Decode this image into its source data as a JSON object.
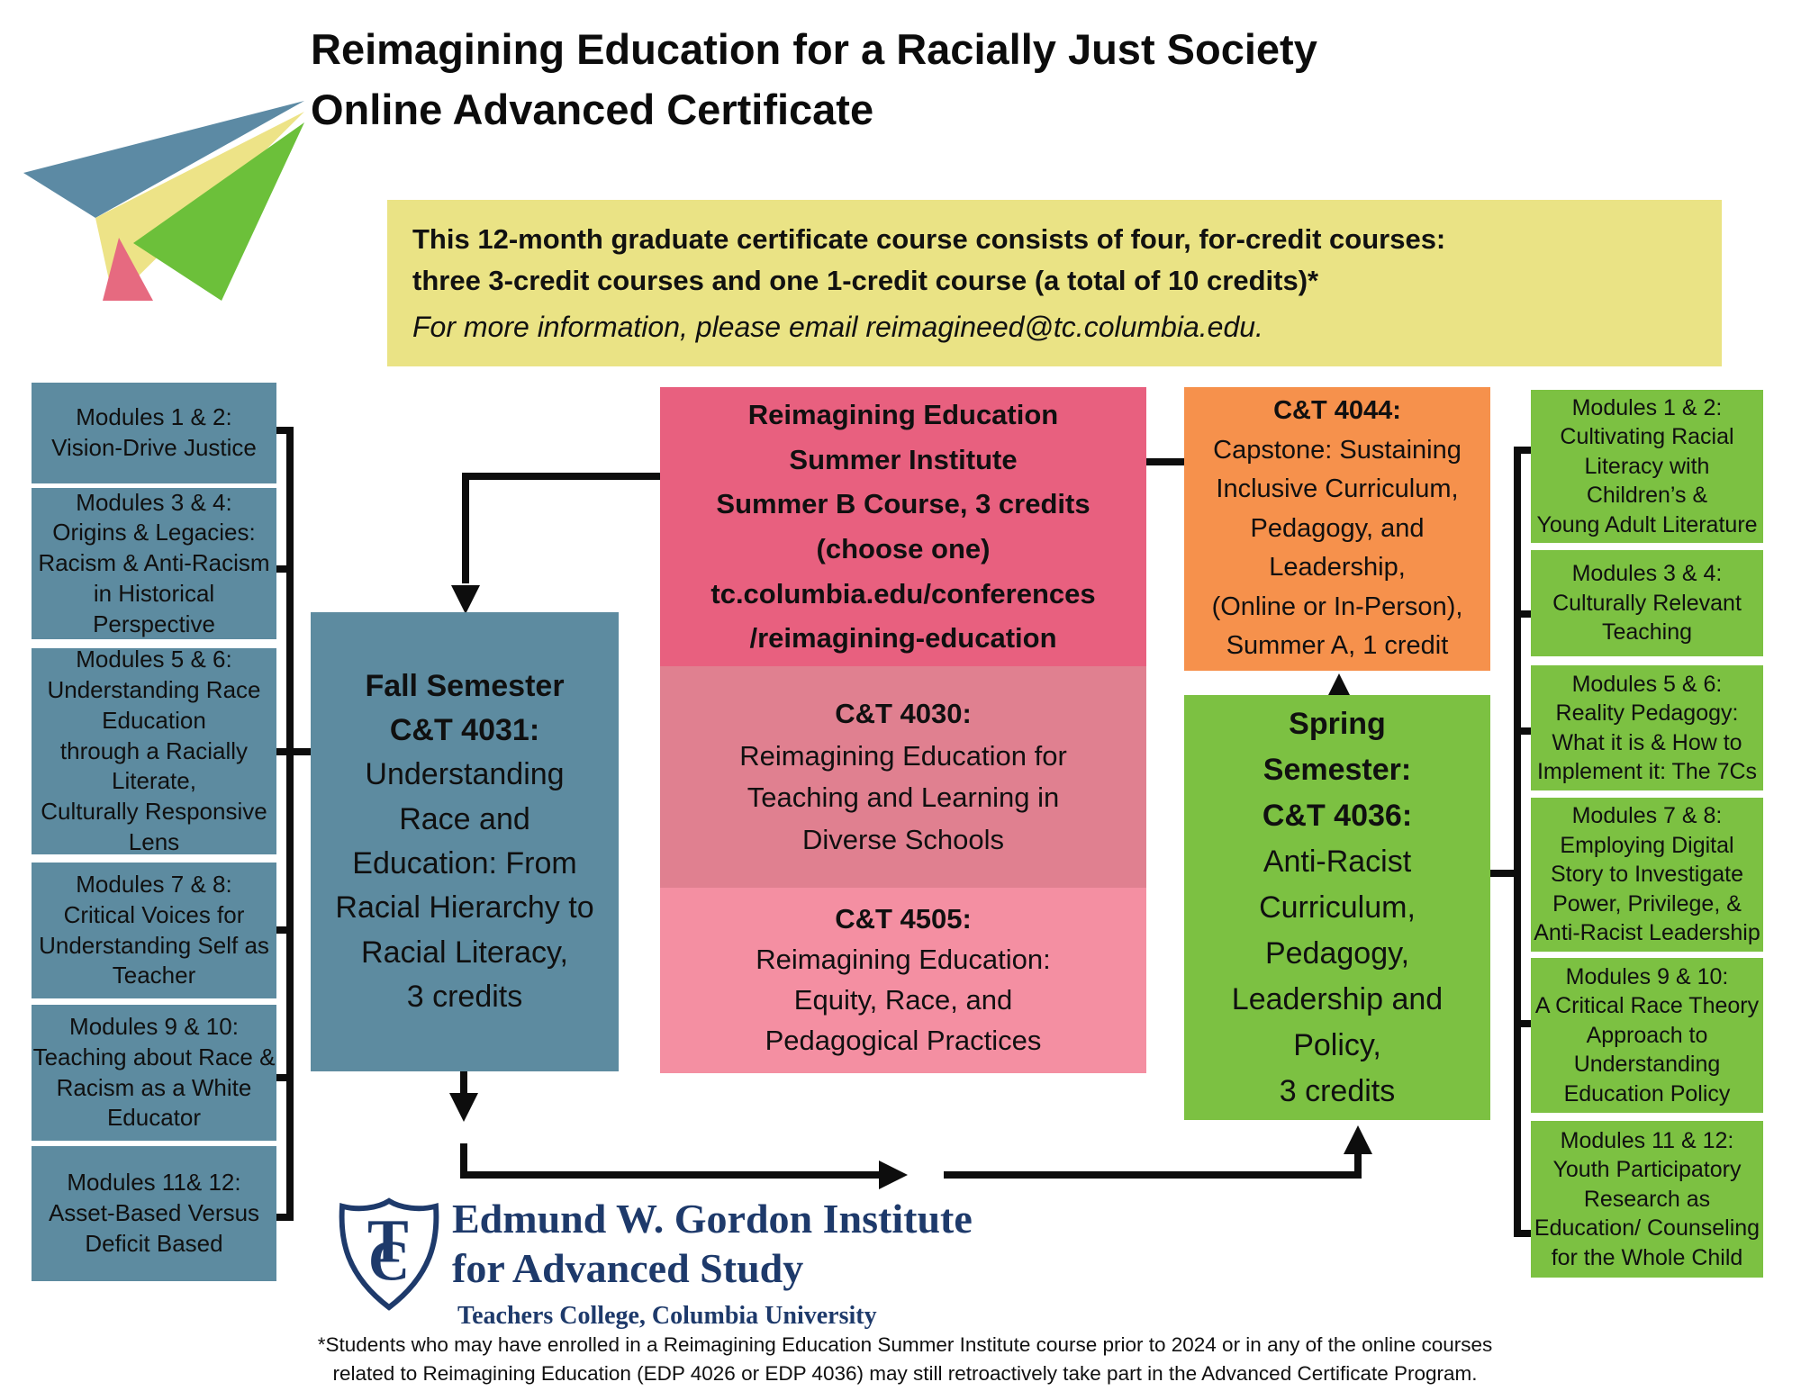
{
  "page": {
    "title": "Reimagining Education for a Racially Just Society\nOnline Advanced Certificate"
  },
  "info_box": {
    "bold_text": "This 12-month graduate certificate course consists of four, for-credit courses:\nthree 3-credit courses and one 1-credit course (a total of 10 credits)*",
    "italic_text": "For more information, please email reimagineed@tc.columbia.edu."
  },
  "left_modules": [
    {
      "text": "Modules 1 & 2:\nVision-Drive Justice"
    },
    {
      "text": "Modules 3 & 4:\nOrigins & Legacies:\nRacism & Anti-Racism\nin Historical\nPerspective"
    },
    {
      "text": "Modules 5 & 6:\nUnderstanding Race\nEducation\nthrough a Racially\nLiterate,\nCulturally Responsive\nLens"
    },
    {
      "text": "Modules 7 & 8:\nCritical Voices for\nUnderstanding Self as\nTeacher"
    },
    {
      "text": "Modules 9 & 10:\nTeaching about Race &\nRacism as a White\nEducator"
    },
    {
      "text": "Modules 11& 12:\nAsset-Based Versus\nDeficit Based"
    }
  ],
  "fall_box": {
    "title": "Fall Semester\nC&T 4031:",
    "body": "Understanding\nRace and\nEducation: From\nRacial Hierarchy to\nRacial Literacy,\n3 credits"
  },
  "summer_institute_box": {
    "text": "Reimagining Education\nSummer Institute\nSummer B Course, 3 credits\n(choose one)\ntc.columbia.edu/conferences\n/reimagining-education"
  },
  "ct4030_box": {
    "title": "C&T 4030:",
    "body": "Reimagining Education for\nTeaching and Learning in\nDiverse Schools"
  },
  "ct4505_box": {
    "title": "C&T 4505:",
    "body": "Reimagining Education:\nEquity, Race, and\nPedagogical Practices"
  },
  "capstone_box": {
    "title": "C&T 4044:",
    "body": "Capstone: Sustaining\nInclusive Curriculum,\nPedagogy, and\nLeadership,\n(Online or In-Person),\nSummer A, 1 credit"
  },
  "spring_box": {
    "title": "Spring\nSemester:\nC&T 4036:",
    "body": "Anti-Racist\nCurriculum,\nPedagogy,\nLeadership and\nPolicy,\n3 credits"
  },
  "right_modules": [
    {
      "text": "Modules 1 & 2:\nCultivating Racial\nLiteracy with\nChildren’s &\nYoung Adult Literature"
    },
    {
      "text": "Modules 3 & 4:\nCulturally Relevant\nTeaching"
    },
    {
      "text": "Modules 5 & 6:\nReality Pedagogy:\nWhat it is & How to\nImplement it: The 7Cs"
    },
    {
      "text": "Modules 7 & 8:\nEmploying Digital\nStory to Investigate\nPower, Privilege, &\nAnti-Racist Leadership"
    },
    {
      "text": "Modules 9 & 10:\nA Critical Race Theory\nApproach to\nUnderstanding\nEducation Policy"
    },
    {
      "text": "Modules 11 & 12:\nYouth Participatory\nResearch as\nEducation/ Counseling\nfor the Whole Child"
    }
  ],
  "logo": {
    "institute": "Edmund W. Gordon Institute\nfor Advanced Study",
    "school": "Teachers College, Columbia University",
    "monogram": "TC"
  },
  "footnote": "*Students who may have enrolled in a Reimagining Education Summer Institute course prior to 2024 or in any of the online courses\nrelated to Reimagining Education (EDP 4026 or EDP 4036) may still retroactively take part in the Advanced Certificate Program.",
  "colors": {
    "steel_blue": "#5D8BA0",
    "pink_dark": "#E8607F",
    "pink_mid": "#E08090",
    "pink_light": "#F48FA2",
    "orange": "#F6914C",
    "green": "#7CC142",
    "yellow": "#EAE385",
    "navy": "#1E3A6B",
    "line_black": "#0D0D0D"
  }
}
